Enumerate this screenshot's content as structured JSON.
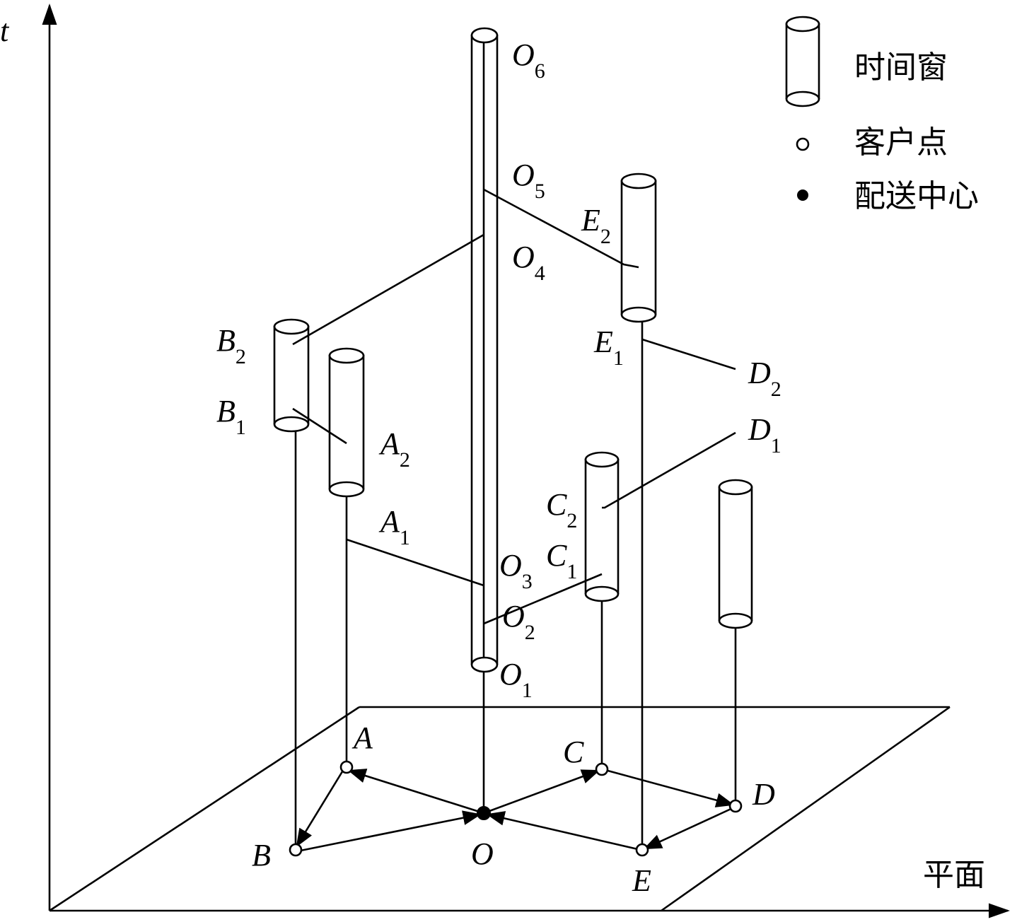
{
  "axes": {
    "t_label": "t",
    "plane_label": "平面"
  },
  "legend": [
    {
      "symbol": "cylinder-icon",
      "label": "时间窗"
    },
    {
      "symbol": "open-circle-icon",
      "label": "客户点"
    },
    {
      "symbol": "filled-circle-icon",
      "label": "配送中心"
    }
  ],
  "nodes": {
    "O": "O",
    "A": "A",
    "B": "B",
    "C": "C",
    "D": "D",
    "E": "E"
  },
  "time_points": {
    "O1": {
      "base": "O",
      "sub": "1"
    },
    "O2": {
      "base": "O",
      "sub": "2"
    },
    "O3": {
      "base": "O",
      "sub": "3"
    },
    "O4": {
      "base": "O",
      "sub": "4"
    },
    "O5": {
      "base": "O",
      "sub": "5"
    },
    "O6": {
      "base": "O",
      "sub": "6"
    },
    "A1": {
      "base": "A",
      "sub": "1"
    },
    "A2": {
      "base": "A",
      "sub": "2"
    },
    "B1": {
      "base": "B",
      "sub": "1"
    },
    "B2": {
      "base": "B",
      "sub": "2"
    },
    "C1": {
      "base": "C",
      "sub": "1"
    },
    "C2": {
      "base": "C",
      "sub": "2"
    },
    "D1": {
      "base": "D",
      "sub": "1"
    },
    "D2": {
      "base": "D",
      "sub": "2"
    },
    "E1": {
      "base": "E",
      "sub": "1"
    },
    "E2": {
      "base": "E",
      "sub": "2"
    }
  }
}
